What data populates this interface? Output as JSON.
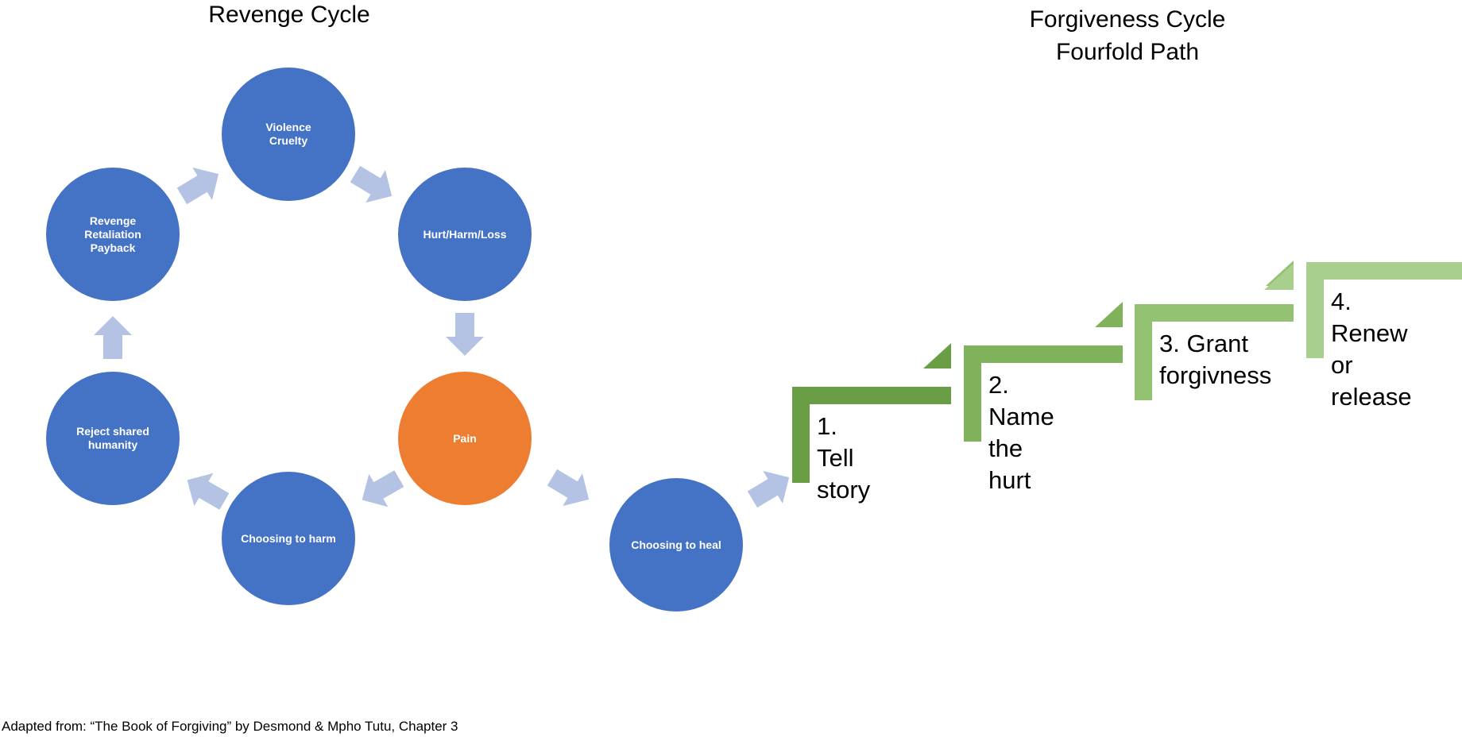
{
  "revenge_title": "Revenge Cycle",
  "forgiveness_title": {
    "line1": "Forgiveness Cycle",
    "line2": "Fourfold Path"
  },
  "nodes": {
    "violence": "Violence\nCruelty",
    "hurt": "Hurt/Harm/Loss",
    "pain": "Pain",
    "choosing_harm": "Choosing to harm",
    "reject": "Reject shared\nhumanity",
    "revenge": "Revenge\nRetaliation\nPayback",
    "choosing_heal": "Choosing to heal"
  },
  "steps": [
    {
      "label": "1. Tell\nstory",
      "color": "#6a9e45"
    },
    {
      "label": "2. Name\nthe hurt",
      "color": "#7fb25a"
    },
    {
      "label": "3. Grant\nforgivness",
      "color": "#93c272"
    },
    {
      "label": "4. Renew\nor release",
      "color": "#a9cf8f"
    }
  ],
  "colors": {
    "node": "#4472c4",
    "pain": "#ed7d31",
    "arrow": "#b4c3e3"
  },
  "footnote": "Adapted from: “The Book of Forgiving” by Desmond & Mpho Tutu, Chapter 3"
}
